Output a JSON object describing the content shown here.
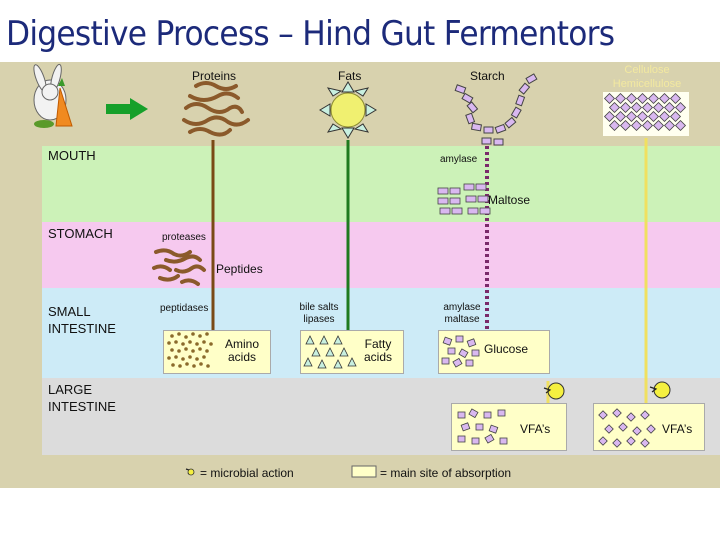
{
  "title": "Digestive Process – Hind Gut Fermentors",
  "sections": {
    "mouth": "MOUTH",
    "stomach": "STOMACH",
    "small_intestine_line1": "SMALL",
    "small_intestine_line2": "INTESTINE",
    "large_intestine_line1": "LARGE",
    "large_intestine_line2": "INTESTINE"
  },
  "nutrients": {
    "proteins": "Proteins",
    "fats": "Fats",
    "starch": "Starch",
    "cellulose": "Cellulose",
    "hemicellulose": "Hemicellulose"
  },
  "enzymes": {
    "amylase": "amylase",
    "proteases": "proteases",
    "peptidases": "peptidases",
    "bile_salts": "bile salts",
    "lipases": "lipases",
    "amylase_si": "amylase",
    "maltase": "maltase"
  },
  "products": {
    "maltose": "Maltose",
    "peptides": "Peptides",
    "amino_line1": "Amino",
    "amino_line2": "acids",
    "fatty_line1": "Fatty",
    "fatty_line2": "acids",
    "glucose": "Glucose",
    "vfa_1": "VFA’s",
    "vfa_2": "VFA’s"
  },
  "legend": {
    "microbial": "= microbial action",
    "absorption": "= main site of absorption"
  },
  "colors": {
    "title": "#1c2a7a",
    "mouth_band": "#ccf2b8",
    "stomach_band": "#f6c9ef",
    "small_intestine_band": "#cdebf7",
    "large_intestine_band": "#dcdcdc",
    "absorption_box": "#ffffc8",
    "protein_line": "#7a4a16",
    "fat_line": "#1f7a1f",
    "starch_line": "#7a2a6a",
    "cellulose_line": "#f0e060",
    "arrow": "#16a02a",
    "sun": "#f0f070",
    "starch_bead": "#d9b8f0",
    "fat_triangle": "#c8f0e0"
  },
  "icons": [
    "rabbit-icon",
    "right-arrow-icon",
    "protein-chain-icon",
    "fat-sun-icon",
    "starch-chain-icon",
    "cellulose-lattice-icon",
    "microbe-icon"
  ]
}
